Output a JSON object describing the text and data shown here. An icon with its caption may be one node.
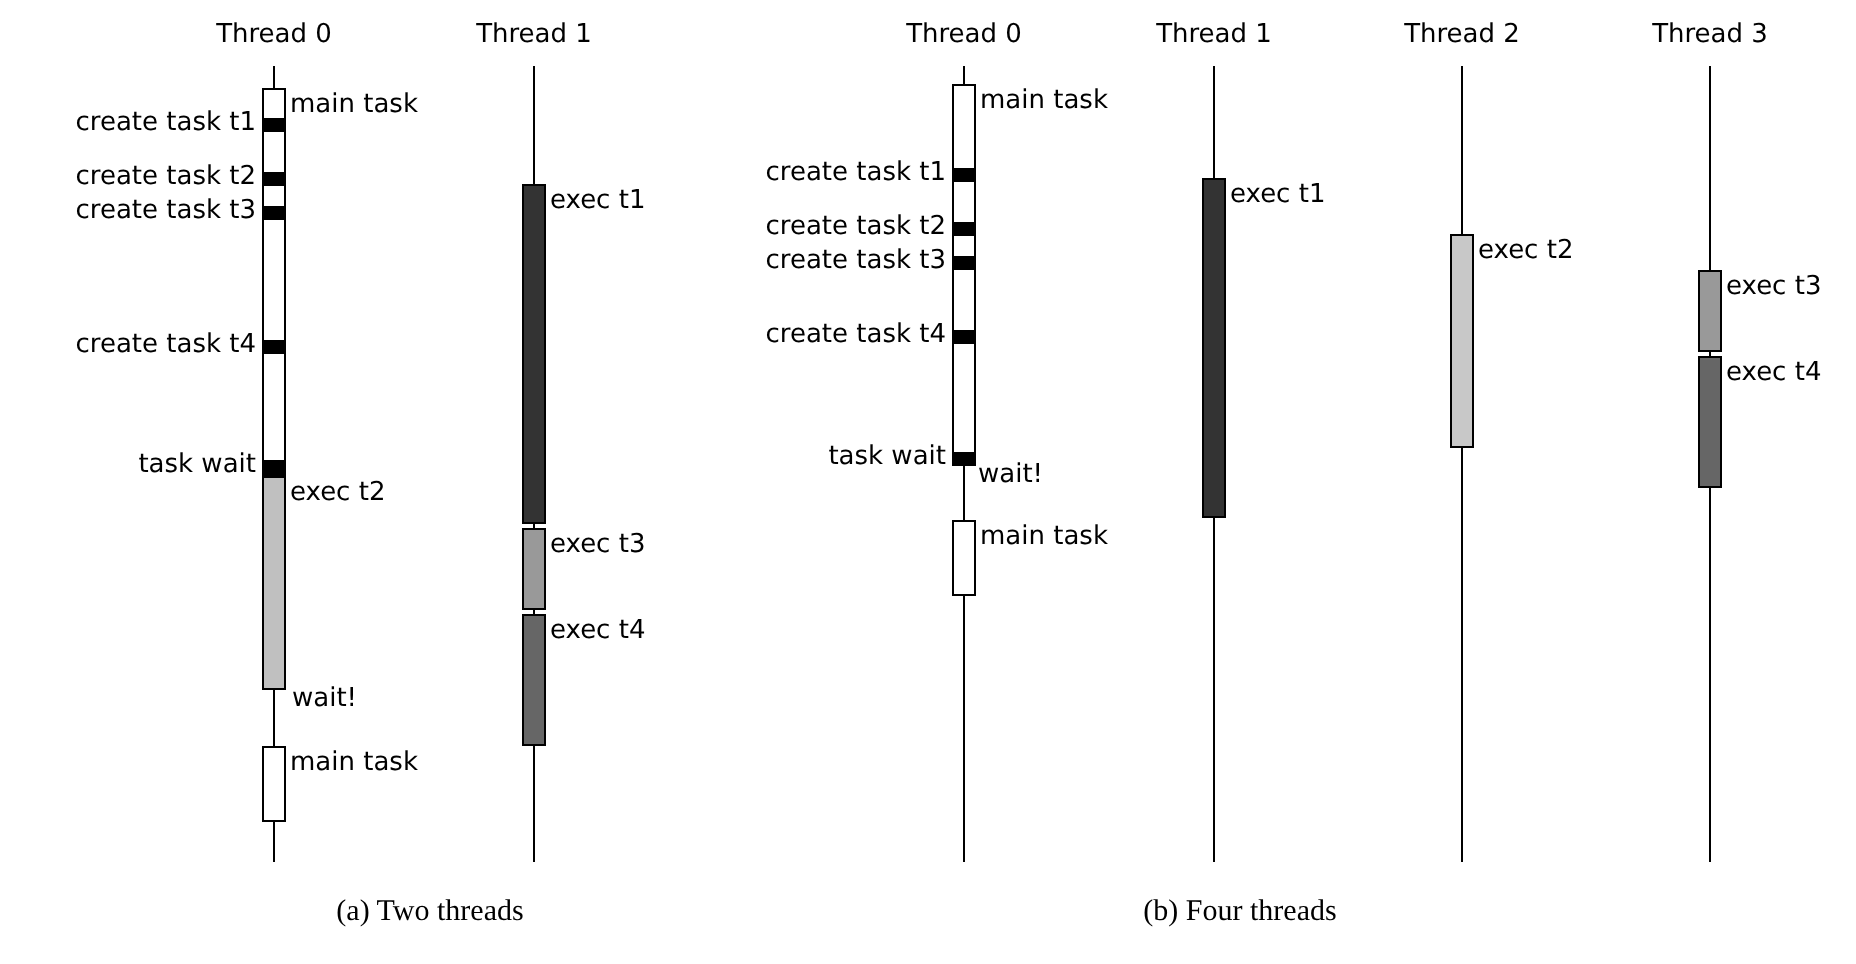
{
  "diagram": {
    "nodes": [
      {
        "text": [],
        "shape": "bar",
        "beside": [
          "main task"
        ]
      },
      {
        "text": [],
        "shape": "bar",
        "in": 0,
        "beside": [
          "create task t1"
        ]
      },
      {
        "text": [],
        "shape": "bar",
        "in": 0,
        "beside": [
          "create task t2"
        ]
      },
      {
        "text": [],
        "shape": "bar",
        "in": 0,
        "beside": [
          "create task t3"
        ]
      },
      {
        "text": [],
        "shape": "bar",
        "in": 0,
        "beside": [
          "create task t4"
        ]
      },
      {
        "text": [],
        "shape": "bar",
        "in": 0,
        "beside": [
          "task wait"
        ]
      },
      {
        "text": [],
        "shape": "bar",
        "beside": [
          "exec t2"
        ]
      },
      {
        "text": [],
        "shape": "bar",
        "beside": [
          "main task"
        ]
      },
      {
        "text": [],
        "shape": "bar",
        "beside": [
          "exec t1"
        ]
      },
      {
        "text": [],
        "shape": "bar",
        "beside": [
          "exec t3"
        ]
      },
      {
        "text": [],
        "shape": "bar",
        "beside": [
          "exec t4"
        ]
      },
      {
        "text": [],
        "shape": "bar",
        "beside": [
          "main task"
        ]
      },
      {
        "text": [],
        "shape": "bar",
        "in": 11,
        "beside": [
          "create task t1"
        ]
      },
      {
        "text": [],
        "shape": "bar",
        "in": 11,
        "beside": [
          "create task t2"
        ]
      },
      {
        "text": [],
        "shape": "bar",
        "in": 11,
        "beside": [
          "create task t3"
        ]
      },
      {
        "text": [],
        "shape": "bar",
        "in": 11,
        "beside": [
          "create task t4"
        ]
      },
      {
        "text": [],
        "shape": "bar",
        "in": 11,
        "beside": [
          "task wait"
        ]
      },
      {
        "text": [],
        "shape": "bar",
        "beside": [
          "main task"
        ]
      },
      {
        "text": [],
        "shape": "bar",
        "beside": [
          "exec t1"
        ]
      },
      {
        "text": [],
        "shape": "bar",
        "beside": [
          "exec t2"
        ]
      },
      {
        "text": [],
        "shape": "bar",
        "beside": [
          "exec t3"
        ]
      },
      {
        "text": [],
        "shape": "bar",
        "beside": [
          "exec t4"
        ]
      }
    ],
    "labels": [
      "Thread 0",
      "Thread 1",
      "Thread 0",
      "Thread 1",
      "Thread 2",
      "Thread 3",
      "wait!",
      "wait!",
      "(a) Two threads",
      "(b) Four threads"
    ]
  }
}
